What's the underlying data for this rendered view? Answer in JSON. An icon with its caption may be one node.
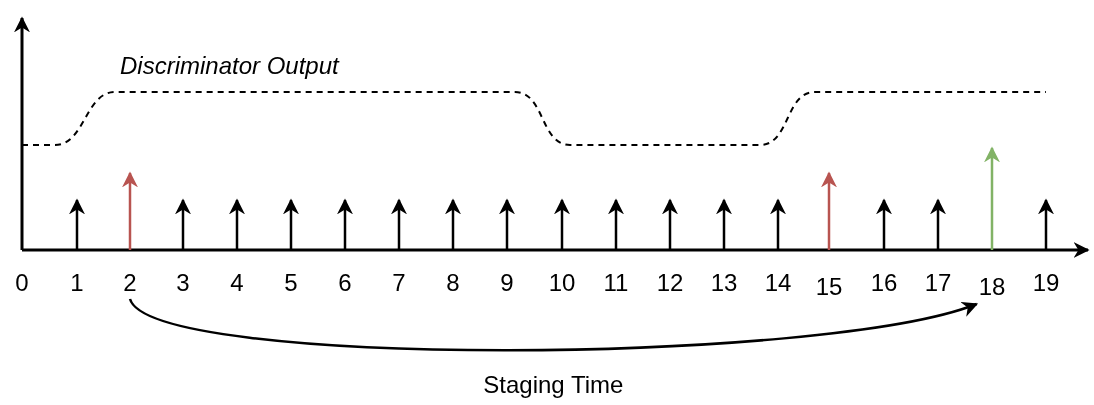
{
  "diagram": {
    "nodes": [
      {
        "text": [
          "2"
        ]
      },
      {
        "text": [
          "18"
        ]
      }
    ],
    "edges": [
      {
        "from": 0,
        "to": 1,
        "arrow": "to",
        "label": "Staging Time"
      }
    ],
    "labels": [
      "Discriminator Output",
      "0",
      "1",
      "3",
      "4",
      "5",
      "6",
      "7",
      "8",
      "9",
      "10",
      "11",
      "12",
      "13",
      "14",
      "15",
      "16",
      "17",
      "19"
    ]
  }
}
